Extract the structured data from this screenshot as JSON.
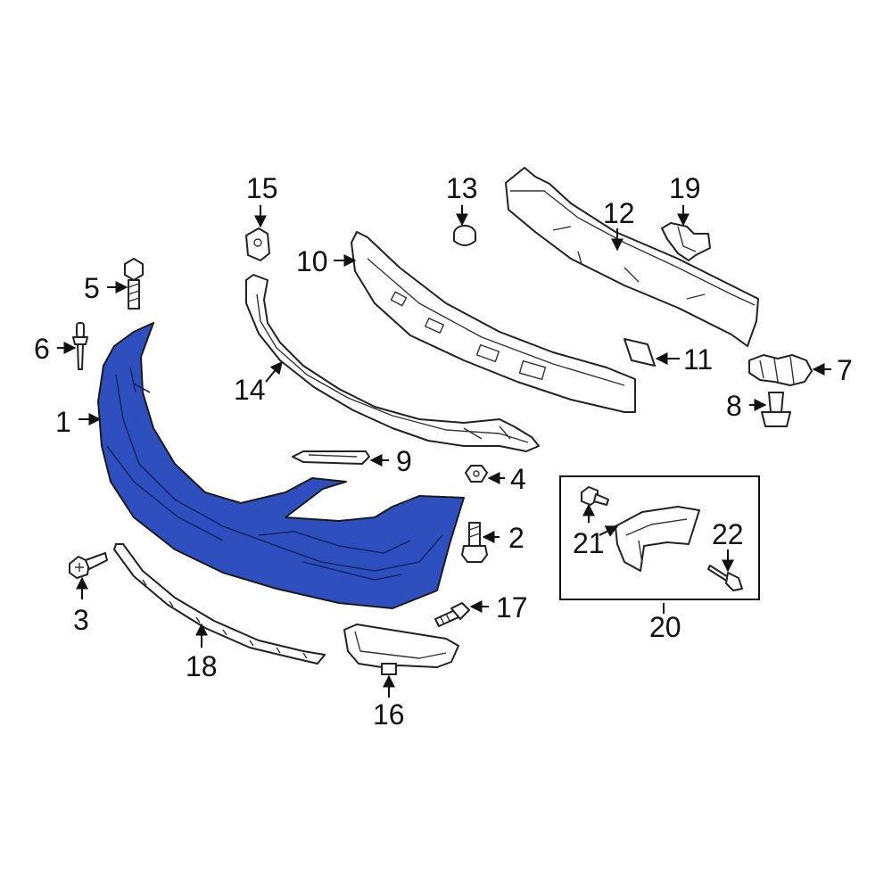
{
  "highlight_color": "#2f4fbf",
  "callouts": {
    "c1": "1",
    "c2": "2",
    "c3": "3",
    "c4": "4",
    "c5": "5",
    "c6": "6",
    "c7": "7",
    "c8": "8",
    "c9": "9",
    "c10": "10",
    "c11": "11",
    "c12": "12",
    "c13": "13",
    "c14": "14",
    "c15": "15",
    "c16": "16",
    "c17": "17",
    "c18": "18",
    "c19": "19",
    "c20": "20",
    "c21": "21",
    "c22": "22"
  }
}
